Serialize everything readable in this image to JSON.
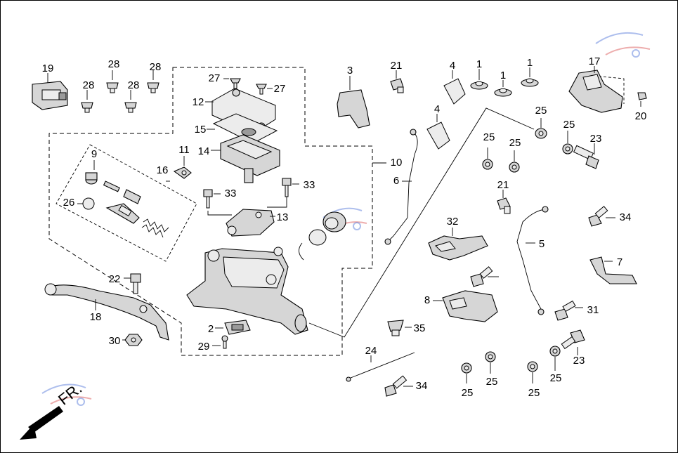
{
  "diagram": {
    "direction_label": "FR.",
    "callouts": [
      "19",
      "28",
      "28",
      "28",
      "28",
      "27",
      "27",
      "12",
      "15",
      "14",
      "3",
      "21",
      "4",
      "1",
      "1",
      "1",
      "17",
      "20",
      "4",
      "25",
      "25",
      "25",
      "25",
      "23",
      "11",
      "9",
      "16",
      "10",
      "6",
      "33",
      "33",
      "13",
      "26",
      "21",
      "34",
      "32",
      "5",
      "22",
      "18",
      "30",
      "2",
      "29",
      "24",
      "35",
      "34",
      "8",
      "7",
      "31",
      "23",
      "25",
      "25",
      "25",
      "25"
    ]
  }
}
